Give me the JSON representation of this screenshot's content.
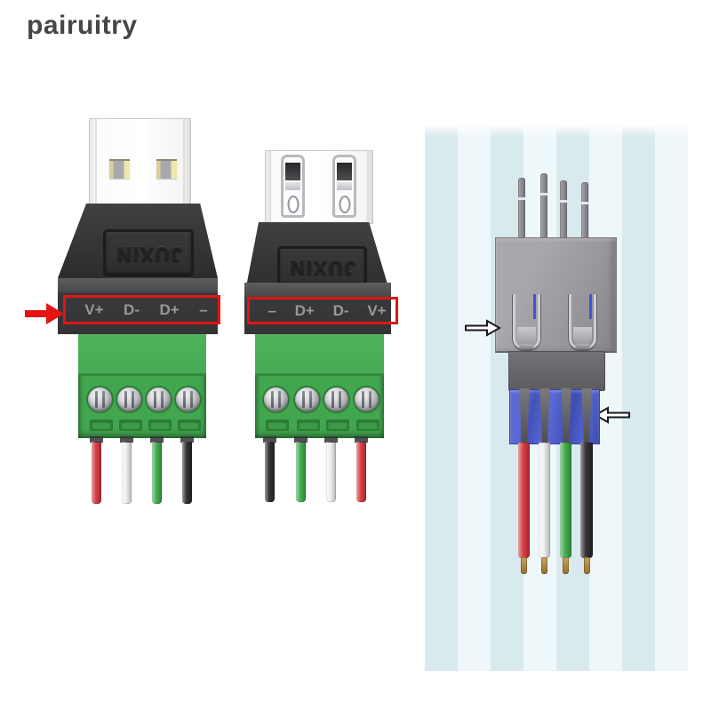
{
  "brand": "pairuitry",
  "colors": {
    "highlight_red": "#e41414",
    "terminal_green": "#42a64f",
    "insulator_blue": "#5565ce",
    "stripe_dark": "#d9eaee",
    "stripe_light": "#eef7f9",
    "wire_red": "#d6373c",
    "wire_white": "#f1f1f1",
    "wire_green": "#3dab4b",
    "wire_black": "#2c2c2e"
  },
  "left_connector": {
    "embossed_text": "JUXIN",
    "terminal_labels": [
      "V+",
      "D-",
      "D+",
      "–"
    ],
    "wire_order": [
      "red",
      "white",
      "green",
      "black"
    ]
  },
  "middle_connector": {
    "embossed_text": "JUXIN",
    "terminal_labels": [
      "–",
      "D+",
      "D-",
      "V+"
    ],
    "wire_order": [
      "black",
      "green",
      "white",
      "red"
    ]
  },
  "right_panel": {
    "wire_order": [
      "red",
      "white",
      "green",
      "black"
    ]
  }
}
